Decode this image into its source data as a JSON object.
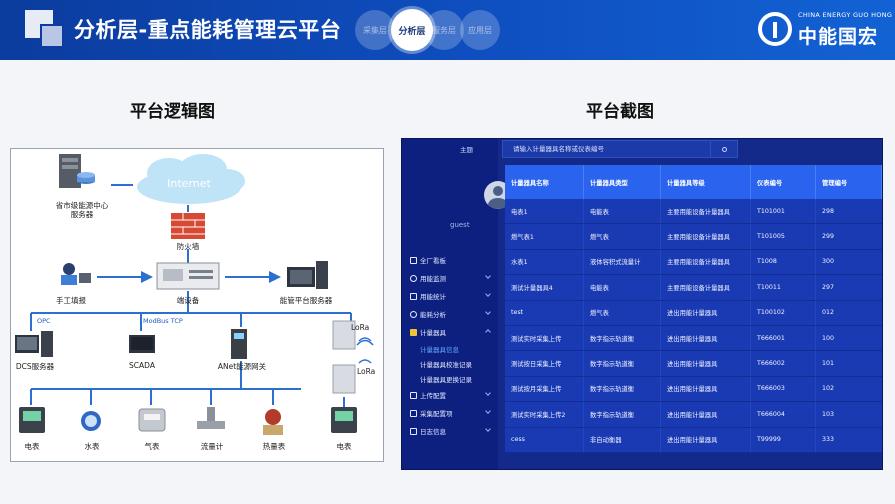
{
  "header": {
    "title": "分析层-重点能耗管理云平台",
    "nav": [
      "采集层",
      "分析层",
      "服务层",
      "应用层"
    ],
    "active_nav": "分析层",
    "brand_en": "CHINA ENERGY GUO HONG",
    "brand_cn": "中能国宏"
  },
  "sections": {
    "left_title": "平台逻辑图",
    "right_title": "平台截图"
  },
  "diagram": {
    "labels": {
      "center": "省市级能源中心\n服务器",
      "internet": "Internet",
      "firewall": "防火墙",
      "manual": "手工填报",
      "gateway": "端设备",
      "mgmt_server": "能管平台服务器",
      "opc": "OPC",
      "modbus": "ModBus TCP",
      "lora1": "LoRa",
      "lora2": "LoRa",
      "dcs": "DCS服务器",
      "scada": "SCADA",
      "anet": "ANet能源网关",
      "meter_e1": "电表",
      "meter_water": "水表",
      "meter_gas": "气表",
      "meter_flow": "流量计",
      "meter_heat": "热量表",
      "meter_e2": "电表"
    }
  },
  "screenshot": {
    "theme": "主题",
    "user": "guest",
    "search_placeholder": "请输入计量器具名称或仪表编号",
    "menu": [
      {
        "label": "全厂看板",
        "chev": false
      },
      {
        "label": "用能监测",
        "chev": true
      },
      {
        "label": "用能统计",
        "chev": true
      },
      {
        "label": "能耗分析",
        "chev": true
      },
      {
        "label": "计量器具",
        "chev": true,
        "open": true
      },
      {
        "label": "计量器具信息",
        "sub": true,
        "active": true
      },
      {
        "label": "计量器具校准记录",
        "sub": true
      },
      {
        "label": "计量器具更换记录",
        "sub": true
      },
      {
        "label": "上传配置",
        "chev": true
      },
      {
        "label": "采集配置项",
        "chev": true
      },
      {
        "label": "日志信息",
        "chev": true
      }
    ],
    "columns": [
      "计量器具名称",
      "计量器具类型",
      "计量器具等级",
      "仪表编号",
      "管理编号"
    ],
    "rows": [
      [
        "电表1",
        "电能表",
        "主要用能设备计量器具",
        "T101001",
        "298"
      ],
      [
        "燃气表1",
        "燃气表",
        "主要用能设备计量器具",
        "T101005",
        "299"
      ],
      [
        "水表1",
        "液体容积式流量计",
        "主要用能设备计量器具",
        "T1008",
        "300"
      ],
      [
        "测试计量器具4",
        "电能表",
        "主要用能设备计量器具",
        "T10011",
        "297"
      ],
      [
        "test",
        "燃气表",
        "进出用能计量器具",
        "T100102",
        "012"
      ],
      [
        "测试实时采集上传",
        "数字指示轨道衡",
        "进出用能计量器具",
        "T666001",
        "100"
      ],
      [
        "测试按日采集上传",
        "数字指示轨道衡",
        "进出用能计量器具",
        "T666002",
        "101"
      ],
      [
        "测试按月采集上传",
        "数字指示轨道衡",
        "进出用能计量器具",
        "T666003",
        "102"
      ],
      [
        "测试实时采集上传2",
        "数字指示轨道衡",
        "进出用能计量器具",
        "T666004",
        "103"
      ],
      [
        "cess",
        "非自动衡器",
        "进出用能计量器具",
        "T99999",
        "333"
      ]
    ]
  },
  "colors": {
    "header_blue": "#0f4fc0",
    "screenshot_bg": "#132a8a",
    "table_header": "#2a63ee",
    "line_blue": "#2b6fd0"
  }
}
